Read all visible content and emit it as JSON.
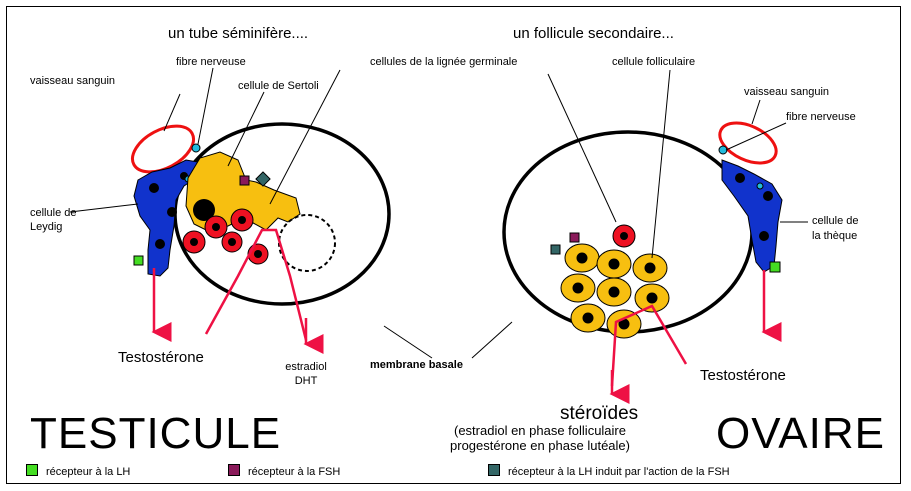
{
  "titles": {
    "left": "un tube séminifère....",
    "right": "un follicule secondaire..."
  },
  "labels": {
    "vaisseau_left": "vaisseau sanguin",
    "fibre_left": "fibre nerveuse",
    "sertoli": "cellule de Sertoli",
    "lignee": "cellules de la lignée germinale",
    "leydig_line1": "cellule de",
    "leydig_line2": "Leydig",
    "folliculaire": "cellule folliculaire",
    "vaisseau_right": "vaisseau sanguin",
    "fibre_right": "fibre nerveuse",
    "theque_line1": "cellule de",
    "theque_line2": "la thèque",
    "testosterone_left": "Testostérone",
    "estradiol": "estradiol",
    "dht": "DHT",
    "membrane": "membrane basale",
    "testosterone_right": "Testostérone",
    "steroides": "stéroïdes",
    "steroides_detail1": "(estradiol en phase folliculaire",
    "steroides_detail2": "progestérone en phase lutéale)",
    "testicule": "TESTICULE",
    "ovaire": "OVAIRE"
  },
  "legend": [
    {
      "text": "récepteur à la LH",
      "color": "#44dd22"
    },
    {
      "text": "récepteur à la FSH",
      "color": "#8a1a5a"
    },
    {
      "text": "récepteur à la LH induit par l'action de la FSH",
      "color": "#336666"
    }
  ],
  "colors": {
    "vessel": "#ee1111",
    "cell_blue": "#1133cc",
    "sertoli": "#f7bf10",
    "germ_red": "#ee1122",
    "arrow": "#ee1144",
    "nerve": "#22bbdd"
  }
}
